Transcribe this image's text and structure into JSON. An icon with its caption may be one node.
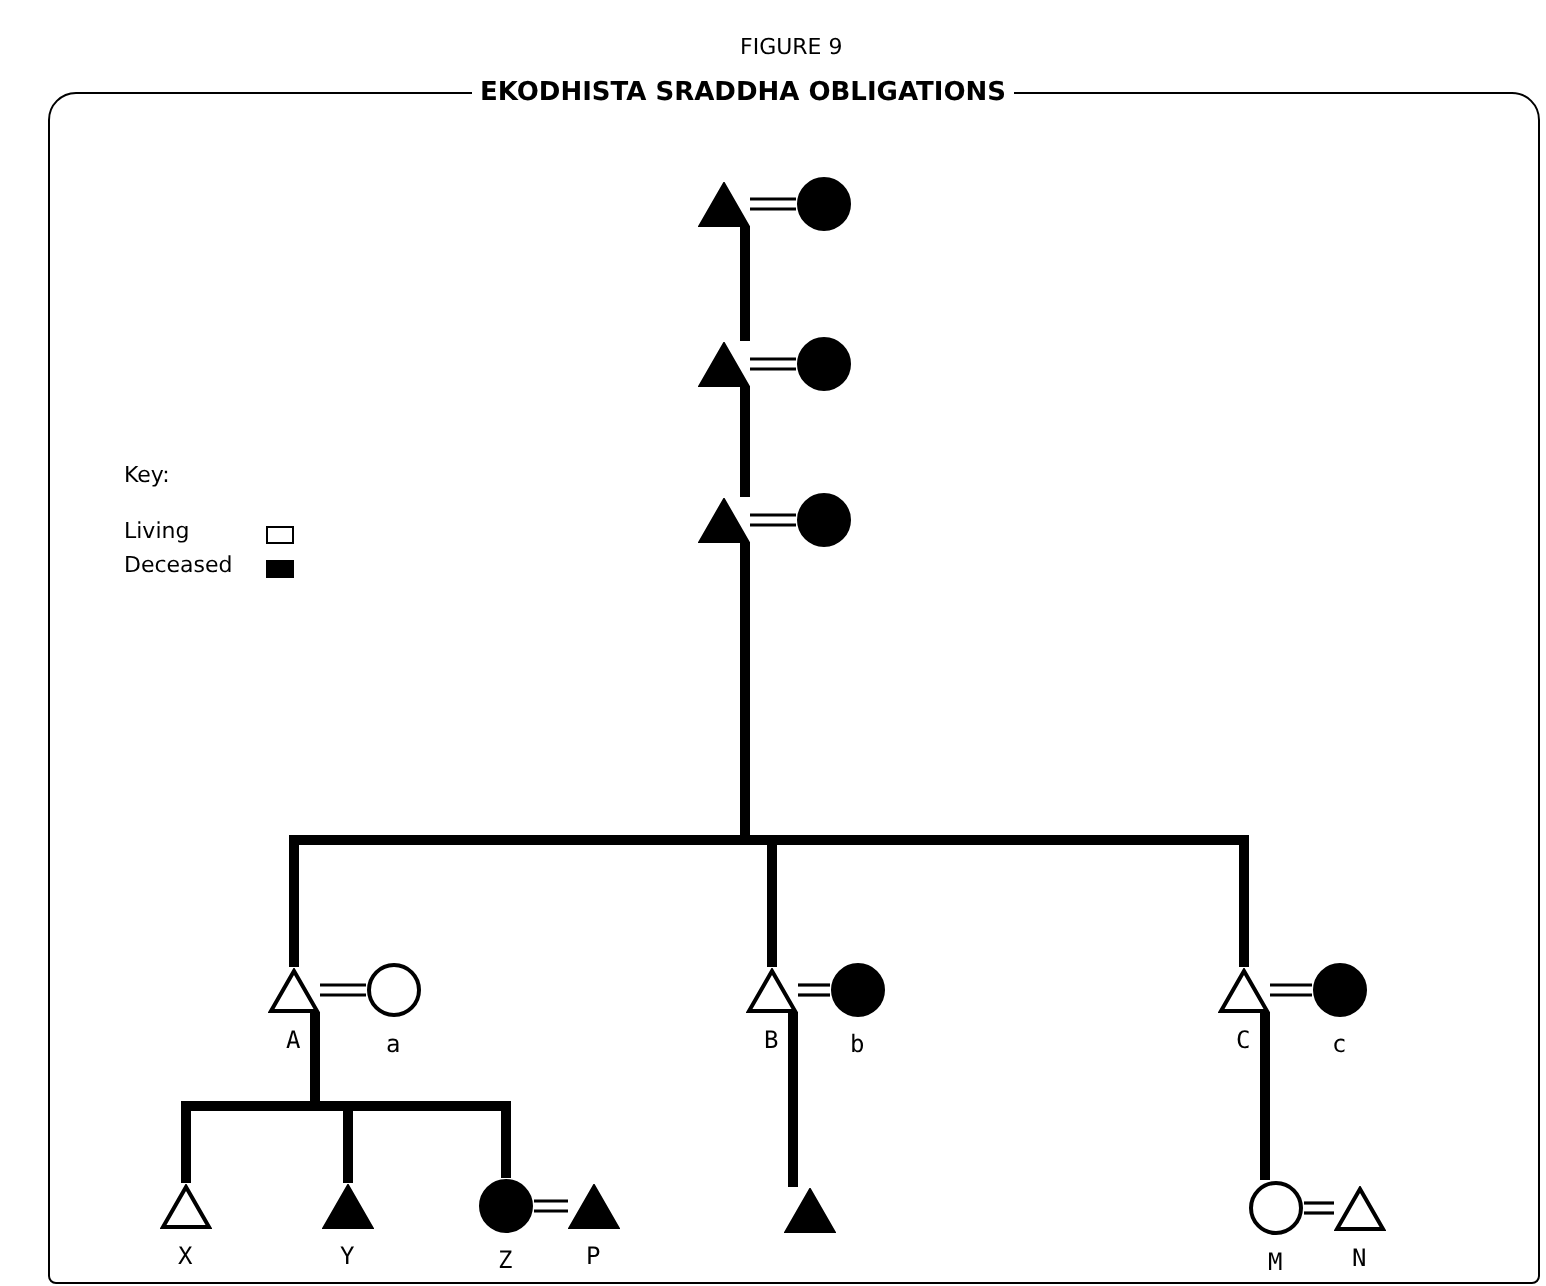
{
  "diagram": {
    "title": "EKODHISTA SRADDHA OBLIGATIONS",
    "nodes": [
      {
        "text": [],
        "shape": "triangle"
      },
      {
        "text": [],
        "shape": "circle"
      },
      {
        "text": [],
        "shape": "triangle"
      },
      {
        "text": [],
        "shape": "circle"
      },
      {
        "text": [],
        "shape": "triangle"
      },
      {
        "text": [],
        "shape": "circle"
      },
      {
        "text": [],
        "shape": "triangle",
        "beside": [
          "A"
        ]
      },
      {
        "text": [],
        "shape": "circle",
        "beside": [
          "a"
        ]
      },
      {
        "text": [],
        "shape": "triangle",
        "beside": [
          "B"
        ]
      },
      {
        "text": [],
        "shape": "circle",
        "beside": [
          "b"
        ]
      },
      {
        "text": [],
        "shape": "triangle",
        "beside": [
          "C"
        ]
      },
      {
        "text": [],
        "shape": "circle",
        "beside": [
          "c"
        ]
      },
      {
        "text": [],
        "shape": "triangle",
        "beside": [
          "X"
        ]
      },
      {
        "text": [],
        "shape": "triangle",
        "beside": [
          "Y"
        ]
      },
      {
        "text": [],
        "shape": "circle",
        "beside": [
          "Z"
        ]
      },
      {
        "text": [],
        "shape": "triangle",
        "beside": [
          "P"
        ]
      },
      {
        "text": [],
        "shape": "triangle"
      },
      {
        "text": [],
        "shape": "circle",
        "beside": [
          "M"
        ]
      },
      {
        "text": [],
        "shape": "triangle",
        "beside": [
          "N"
        ]
      }
    ],
    "edges": [
      {
        "from": 0,
        "to": 1,
        "arrow": "none"
      },
      {
        "from": 0,
        "to": 2,
        "arrow": "none"
      },
      {
        "from": 2,
        "to": 3,
        "arrow": "none"
      },
      {
        "from": 2,
        "to": 4,
        "arrow": "none"
      },
      {
        "from": 4,
        "to": 5,
        "arrow": "none"
      },
      {
        "from": 4,
        "to": 6,
        "arrow": "none"
      },
      {
        "from": 4,
        "to": 8,
        "arrow": "none"
      },
      {
        "from": 4,
        "to": 10,
        "arrow": "none"
      },
      {
        "from": 6,
        "to": 7,
        "arrow": "none"
      },
      {
        "from": 8,
        "to": 9,
        "arrow": "none"
      },
      {
        "from": 10,
        "to": 11,
        "arrow": "none"
      },
      {
        "from": 6,
        "to": 12,
        "arrow": "none"
      },
      {
        "from": 6,
        "to": 13,
        "arrow": "none"
      },
      {
        "from": 6,
        "to": 14,
        "arrow": "none"
      },
      {
        "from": 14,
        "to": 15,
        "arrow": "none"
      },
      {
        "from": 8,
        "to": 16,
        "arrow": "none"
      },
      {
        "from": 10,
        "to": 17,
        "arrow": "none"
      },
      {
        "from": 17,
        "to": 18,
        "arrow": "none"
      }
    ],
    "labels": [
      "FIGURE 9",
      "Key:"
    ],
    "legend": [
      {
        "text": "Living",
        "color": "#ffffff"
      },
      {
        "text": "Deceased",
        "color": "#000000"
      }
    ]
  }
}
